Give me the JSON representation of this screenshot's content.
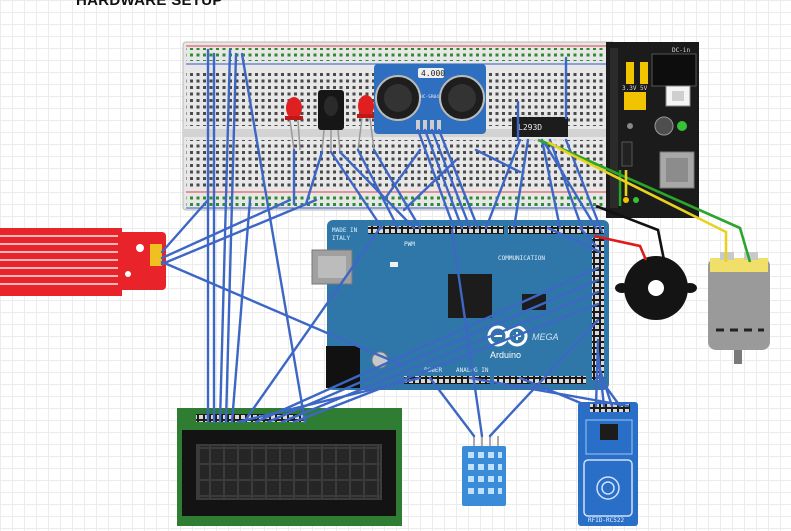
{
  "title": "HARDWARE SETUP",
  "components": {
    "ultrasonic_display": "4.000",
    "ultrasonic_model": "HC-SR04",
    "motor_driver_label": "L293D",
    "power_module": {
      "dc_label": "DC-in",
      "voltage_left": "3.3V",
      "voltage_right": "5V"
    },
    "arduino": {
      "made_in_line1": "MADE IN",
      "made_in_line2": "ITALY",
      "brand": "Arduino",
      "model": "MEGA",
      "pwm_label": "PWM",
      "communication_label": "COMMUNICATION",
      "power_label": "POWER",
      "analog_label": "ANALOG IN"
    },
    "rfid_label": "RFID-RC522"
  },
  "colors": {
    "wire_blue": "#3d67c4",
    "wire_green": "#2aa62a",
    "wire_yellow": "#e8d21f",
    "wire_red": "#e01b1b",
    "wire_black": "#111111",
    "arduino_board": "#2f77a8",
    "lcd_board": "#2e7d32",
    "rfid_board": "#2a6fc7",
    "water_sensor": "#e8242a"
  },
  "icons": [
    "usb-port-icon",
    "dc-jack-icon",
    "arduino-infinity-logo-icon",
    "rfid-antenna-icon"
  ]
}
